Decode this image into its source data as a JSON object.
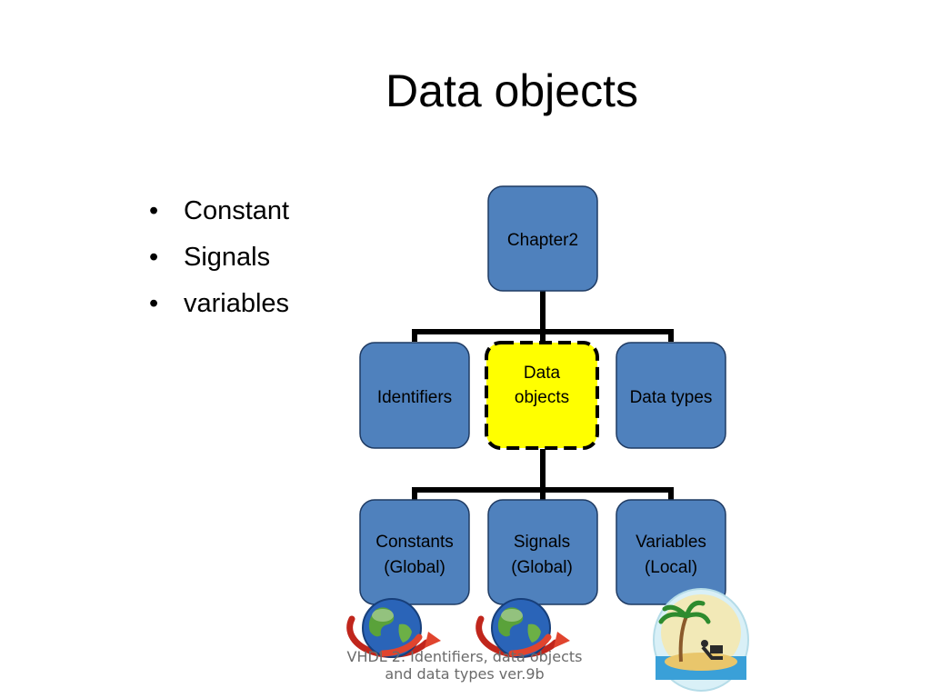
{
  "title": "Data objects",
  "bullets": [
    "Constant",
    "Signals",
    "variables"
  ],
  "diagram": {
    "root": {
      "label_lines": [
        "Chapter2"
      ]
    },
    "level1": [
      {
        "label_lines": [
          "Identifiers"
        ],
        "highlighted": false
      },
      {
        "label_lines": [
          "Data",
          "objects"
        ],
        "highlighted": true
      },
      {
        "label_lines": [
          "Data types"
        ],
        "highlighted": false
      }
    ],
    "level2": [
      {
        "label_lines": [
          "Constants",
          "(Global)"
        ]
      },
      {
        "label_lines": [
          "Signals",
          "(Global)"
        ]
      },
      {
        "label_lines": [
          "Variables",
          "(Local)"
        ]
      }
    ],
    "colors": {
      "node_fill": "#4f81bd",
      "node_border": "#1f3b63",
      "highlight_fill": "#ffff00",
      "connector": "#000000"
    }
  },
  "icons": [
    "globe-arrow-icon",
    "globe-arrow-icon",
    "island-icon"
  ],
  "footer": {
    "lines": [
      "VHDL 2. Identifiers, data objects",
      "and data types ver.9b"
    ]
  }
}
